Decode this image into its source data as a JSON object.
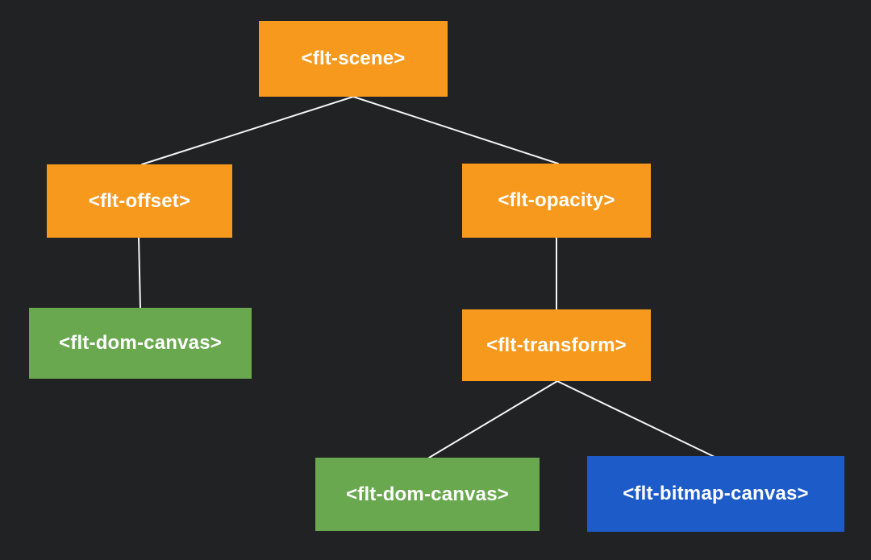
{
  "diagram": {
    "kind": "tree",
    "description_visible": false
  },
  "nodes": [
    {
      "id": "flt-scene",
      "label": "<flt-scene>",
      "color": "orange"
    },
    {
      "id": "flt-offset",
      "label": "<flt-offset>",
      "color": "orange"
    },
    {
      "id": "flt-opacity",
      "label": "<flt-opacity>",
      "color": "orange"
    },
    {
      "id": "flt-dom-canvas-left",
      "label": "<flt-dom-canvas>",
      "color": "green"
    },
    {
      "id": "flt-transform",
      "label": "<flt-transform>",
      "color": "orange"
    },
    {
      "id": "flt-dom-canvas-bottom",
      "label": "<flt-dom-canvas>",
      "color": "green"
    },
    {
      "id": "flt-bitmap-canvas",
      "label": "<flt-bitmap-canvas>",
      "color": "blue"
    }
  ],
  "edges": [
    {
      "from": "flt-scene",
      "to": "flt-offset"
    },
    {
      "from": "flt-scene",
      "to": "flt-opacity"
    },
    {
      "from": "flt-offset",
      "to": "flt-dom-canvas-left"
    },
    {
      "from": "flt-opacity",
      "to": "flt-transform"
    },
    {
      "from": "flt-transform",
      "to": "flt-dom-canvas-bottom"
    },
    {
      "from": "flt-transform",
      "to": "flt-bitmap-canvas"
    }
  ],
  "colors": {
    "background": "#212224",
    "orange": "#f7991d",
    "green": "#6aa84f",
    "blue": "#1d5bc8",
    "line": "#f5f5f5",
    "text": "#ffffff"
  }
}
